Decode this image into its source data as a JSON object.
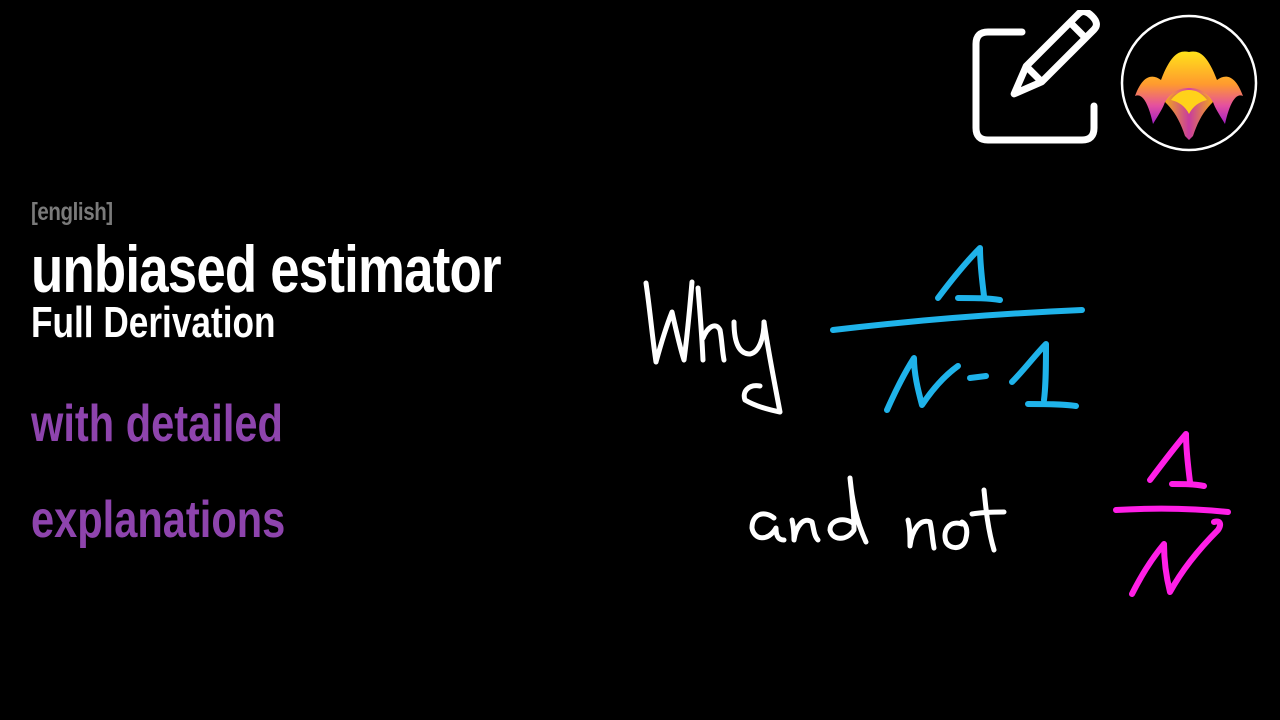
{
  "title_block": {
    "language_tag": "[english]",
    "title": "unbiased estimator",
    "subtitle": "Full Derivation",
    "tagline_line1": "with detailed",
    "tagline_line2": "explanations"
  },
  "icons": {
    "edit": "edit-pencil-square-icon",
    "logo": "wave-surface-logo"
  },
  "handwriting": {
    "question_word": "Why",
    "fraction_1": {
      "numerator": "1",
      "denominator": "N-1"
    },
    "connector": "and not",
    "fraction_2": {
      "numerator": "1",
      "denominator": "N"
    }
  },
  "colors": {
    "background": "#000000",
    "title": "#ffffff",
    "language_tag": "#7a7a7a",
    "tagline": "#8e44ad",
    "fraction_1": "#1fb3ea",
    "fraction_2": "#ff1fe6",
    "handwriting_text": "#ffffff"
  }
}
